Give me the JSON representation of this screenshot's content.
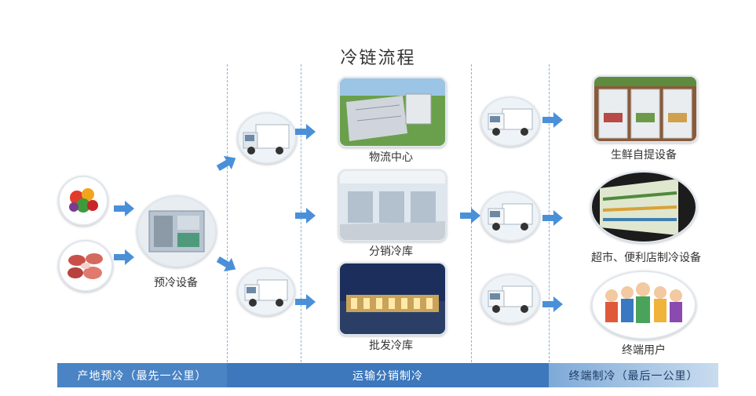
{
  "title": "冷链流程",
  "labels": {
    "precool_equipment": "预冷设备",
    "logistics_center": "物流中心",
    "distribution_cold_storage": "分销冷库",
    "wholesale_cold_storage": "批发冷库",
    "fresh_pickup_equipment": "生鲜自提设备",
    "supermarket_refrigeration": "超市、便利店制冷设备",
    "end_users": "终端用户"
  },
  "stages": {
    "origin_precool": "产地预冷（最先一公里）",
    "transport_distribution": "运输分销制冷",
    "terminal_refrigeration": "终端制冷（最后一公里）"
  },
  "colors": {
    "arrow": "#4a90d9",
    "bar_primary": "#3d77bc",
    "bar_secondary": "#4a84c4",
    "dashed_line": "#8fb0d6"
  }
}
